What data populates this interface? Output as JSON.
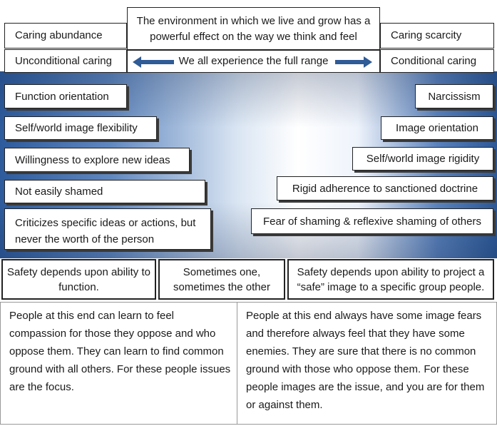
{
  "header": {
    "environment": "The environment in which we live and grow has a powerful effect on the way we think and feel",
    "left_top": "Caring abundance",
    "right_top": "Caring scarcity",
    "left_bottom": "Unconditional caring",
    "right_bottom": "Conditional caring",
    "range": "We all experience the full range"
  },
  "left_items": [
    "Function orientation",
    "Self/world image flexibility",
    "Willingness to explore new ideas",
    "Not easily shamed",
    "Criticizes specific ideas or actions, but never the worth of the person"
  ],
  "right_items": [
    "Narcissism",
    "Image orientation",
    "Self/world image rigidity",
    "Rigid adherence to sanctioned doctrine",
    "Fear of shaming & reflexive shaming of others"
  ],
  "safety": {
    "left": "Safety depends upon ability to function.",
    "middle": "Sometimes one, sometimes the other",
    "right": "Safety depends upon ability to project a “safe” image to a specific group people."
  },
  "bottom": {
    "left": "People at this end can learn to feel compassion for those they oppose and who oppose them.  They can learn to find common ground with all others.  For these people issues are the focus.",
    "right": "People at this end always have some image fears and therefore always feel that they have some enemies. They are sure that there is no common ground with those who oppose them. For these people images are the issue, and you are for them or against them."
  },
  "colors": {
    "band_dark": "#2d5b9c",
    "arrow": "#2f5b96"
  }
}
